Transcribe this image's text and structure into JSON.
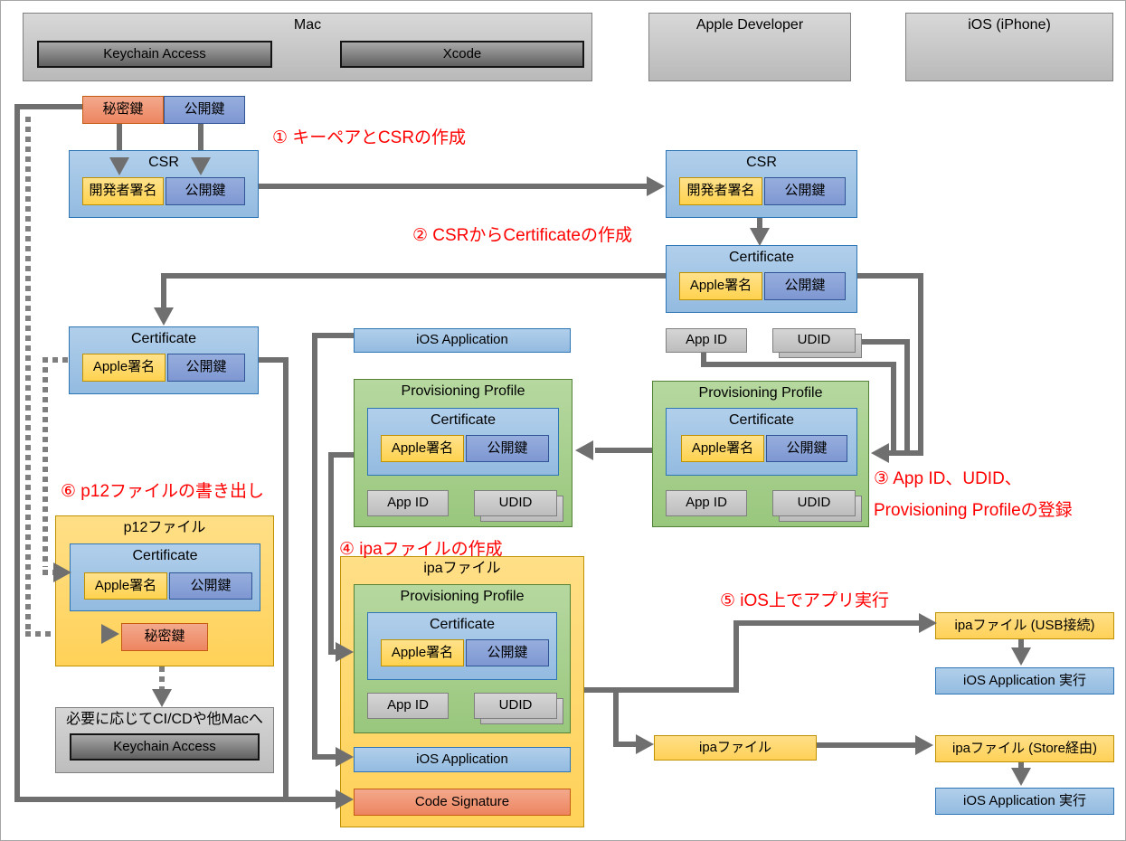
{
  "header": {
    "mac": {
      "label": "Mac",
      "keychain": "Keychain Access",
      "xcode": "Xcode"
    },
    "apple_developer": "Apple Developer",
    "ios": "iOS (iPhone)"
  },
  "labels": {
    "private_key": "秘密鍵",
    "public_key": "公開鍵",
    "csr": "CSR",
    "developer_signature": "開発者署名",
    "apple_signature": "Apple署名",
    "certificate": "Certificate",
    "ios_application": "iOS Application",
    "provisioning_profile": "Provisioning Profile",
    "app_id": "App ID",
    "udid": "UDID",
    "ipa_file": "ipaファイル",
    "code_signature": "Code Signature",
    "p12_file": "p12ファイル",
    "ci_note": "必要に応じてCI/CDや他Macへ",
    "keychain_access": "Keychain Access",
    "ipa_usb": "ipaファイル (USB接続)",
    "ipa_store": "ipaファイル (Store経由)",
    "ios_app_run": "iOS Application 実行"
  },
  "steps": {
    "step1": "① キーペアとCSRの作成",
    "step2": "② CSRからCertificateの作成",
    "step3_line1": "③ App ID、UDID、",
    "step3_line2": "Provisioning Profileの登録",
    "step4": "④ ipaファイルの作成",
    "step5": "⑤ iOS上でアプリ実行",
    "step6": "⑥ p12ファイルの書き出し"
  },
  "colors": {
    "step_label_red": "#FF0000",
    "connector_gray": "#6F6F6F",
    "blue_fill": "#9DC3E6",
    "blue_border": "#2E75B6",
    "public_key_fill": "#8FA8DB",
    "signature_yellow": "#FFD966",
    "private_key_salmon": "#F0997C",
    "green_fill": "#A9D18E",
    "green_border": "#538135",
    "orange_fill": "#FFD966",
    "orange_border": "#BF9000",
    "gray_fill": "#C9C9C9"
  }
}
